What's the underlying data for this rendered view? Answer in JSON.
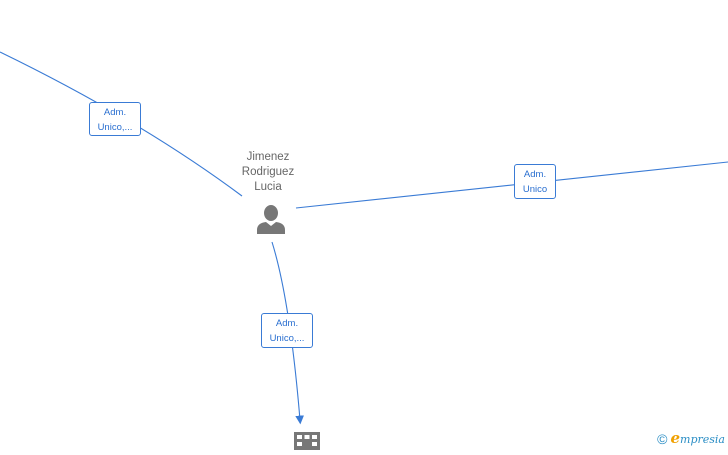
{
  "person": {
    "name_lines": [
      "Jimenez",
      "Rodriguez",
      "Lucia"
    ],
    "icon": "person-icon"
  },
  "company": {
    "icon": "building-icon"
  },
  "edges": [
    {
      "id": "top-left",
      "label_lines": [
        "Adm.",
        "Unico,..."
      ]
    },
    {
      "id": "right",
      "label_lines": [
        "Adm.",
        "Unico"
      ]
    },
    {
      "id": "down",
      "label_lines": [
        "Adm.",
        "Unico,..."
      ]
    }
  ],
  "watermark": {
    "copyright": "©",
    "brand_initial": "e",
    "brand_rest": "mpresia"
  },
  "colors": {
    "edge": "#3a7bd5",
    "node_icon": "#777777",
    "name_text": "#666666",
    "brand_orange": "#f0a000",
    "brand_blue": "#2b8ec5"
  }
}
